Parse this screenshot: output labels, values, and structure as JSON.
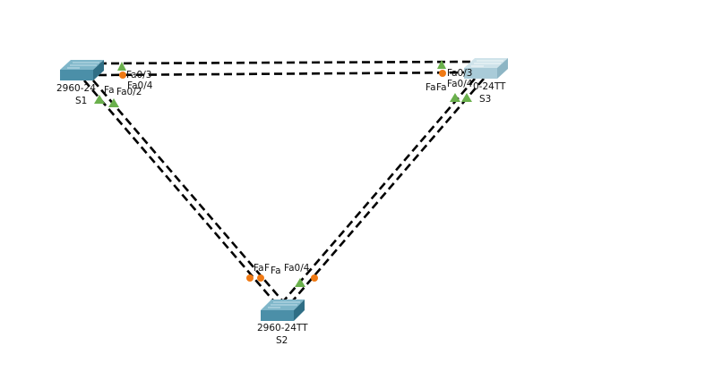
{
  "colors": {
    "cable": "#000000",
    "link_up": "#6ab04c",
    "link_blocking": "#f07a14",
    "switch_front": "#4b8fa8",
    "switch_top": "#7fb6c9",
    "switch_side": "#2f6e85",
    "switch_inactive_front": "#a9cbd8",
    "switch_inactive_top": "#cfe3ea",
    "switch_inactive_side": "#8db5c4"
  },
  "devices": [
    {
      "id": "s1",
      "model": "2960-24",
      "hostname": "S1",
      "icon": "switch-icon",
      "active": true
    },
    {
      "id": "s2",
      "model": "2960-24TT",
      "hostname": "S2",
      "icon": "switch-icon",
      "active": true
    },
    {
      "id": "s3",
      "model": "0-24TT",
      "hostname": "S3",
      "icon": "switch-icon",
      "active": false
    }
  ],
  "port_labels": {
    "s1_fa03": "Fa0/3",
    "s1_fa04": "Fa0/4",
    "s1_fa01": "Fa",
    "s1_fa02": "Fa0/2",
    "s3_fa03": "Fa0/3",
    "s3_fa04": "Fa0/4",
    "s3_fa01": "Fa",
    "s3_fa02": "Fa",
    "s2_fa01": "Fa",
    "s2_fa02": "F",
    "s2_fa03": "Fa",
    "s2_fa04": "Fa0/4"
  },
  "links": [
    {
      "from": "S1 Fa0/3",
      "to": "S3 Fa0/3",
      "from_state": "up",
      "to_state": "up"
    },
    {
      "from": "S1 Fa0/4",
      "to": "S3 Fa0/4",
      "from_state": "blocking",
      "to_state": "blocking"
    },
    {
      "from": "S1 Fa0/1",
      "to": "S2 Fa0/1",
      "from_state": "up",
      "to_state": "blocking"
    },
    {
      "from": "S1 Fa0/2",
      "to": "S2 Fa0/2",
      "from_state": "up",
      "to_state": "blocking"
    },
    {
      "from": "S3 Fa0/1",
      "to": "S2 Fa0/3",
      "from_state": "up",
      "to_state": "up"
    },
    {
      "from": "S3 Fa0/2",
      "to": "S2 Fa0/4",
      "from_state": "up",
      "to_state": "blocking"
    }
  ]
}
